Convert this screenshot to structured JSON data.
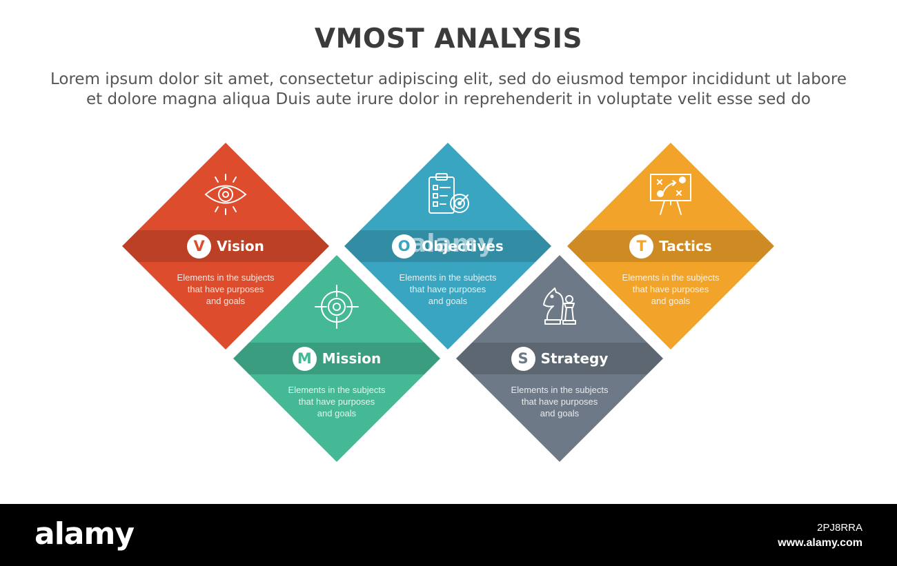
{
  "title": "VMOST ANALYSIS",
  "subtitle_lines": [
    "Lorem ipsum dolor sit amet, consectetur adipiscing elit, sed do eiusmod tempor incididunt ut labore",
    "et dolore magna aliqua Duis aute irure dolor in reprehenderit in voluptate velit esse sed do"
  ],
  "items": [
    {
      "letter": "V",
      "label": "Vision",
      "color": "#dd4c2c",
      "icon": "eye-icon",
      "desc": [
        "Elements in the subjects",
        "that have purposes",
        "and  goals"
      ]
    },
    {
      "letter": "M",
      "label": "Mission",
      "color": "#45b996",
      "icon": "crosshair-target-icon",
      "desc": [
        "Elements in the subjects",
        "that have purposes",
        "and  goals"
      ]
    },
    {
      "letter": "O",
      "label": "Objectives",
      "color": "#3aa5c1",
      "icon": "checklist-target-icon",
      "desc": [
        "Elements in the subjects",
        "that have purposes",
        "and  goals"
      ]
    },
    {
      "letter": "S",
      "label": "Strategy",
      "color": "#6d7986",
      "icon": "chess-knight-icon",
      "desc": [
        "Elements in the subjects",
        "that have purposes",
        "and  goals"
      ]
    },
    {
      "letter": "T",
      "label": "Tactics",
      "color": "#f2a42a",
      "icon": "strategy-board-icon",
      "desc": [
        "Elements in the subjects",
        "that have purposes",
        "and  goals"
      ]
    }
  ],
  "watermark": {
    "logo": "alamy",
    "center_text": "alamy",
    "image_id": "2PJ8RRA",
    "url": "www.alamy.com"
  }
}
